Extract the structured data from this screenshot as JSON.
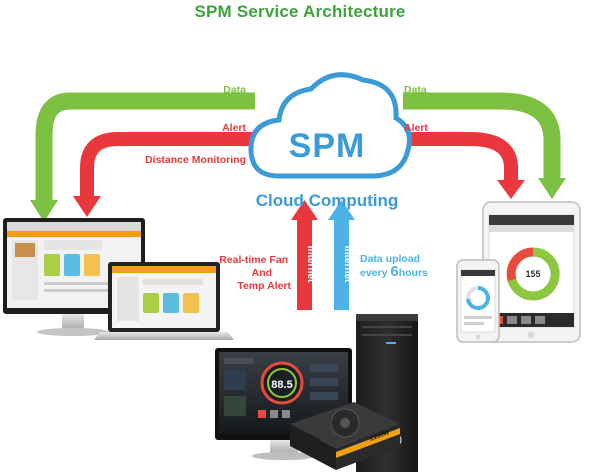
{
  "title": "SPM Service Architecture",
  "cloud": {
    "logo": "SPM",
    "caption": "Cloud Computing"
  },
  "flows": {
    "left_data": "Data",
    "left_alert": "Alert",
    "distance_monitoring": "Distance Monitoring",
    "right_data": "Data",
    "right_alert": "Alert",
    "upload_alert": "Real-time Fan\nAnd\nTemp Alert",
    "upload_alert_lines": [
      "Real-time Fan",
      "And",
      "Temp Alert"
    ],
    "internet_left": "Internet",
    "internet_right": "Internet",
    "upload_lines": [
      "Data upload",
      "every ",
      "6",
      "hours"
    ]
  },
  "devices": {
    "pc_monitor_reading": "88.5",
    "tablet_reading": "155",
    "psu_label": "1,200W"
  },
  "colors": {
    "green": "#7cc142",
    "red": "#e8383d",
    "blue": "#4db3e6",
    "title_green": "#3ea33b",
    "cloud_blue": "#3b9ad8"
  }
}
